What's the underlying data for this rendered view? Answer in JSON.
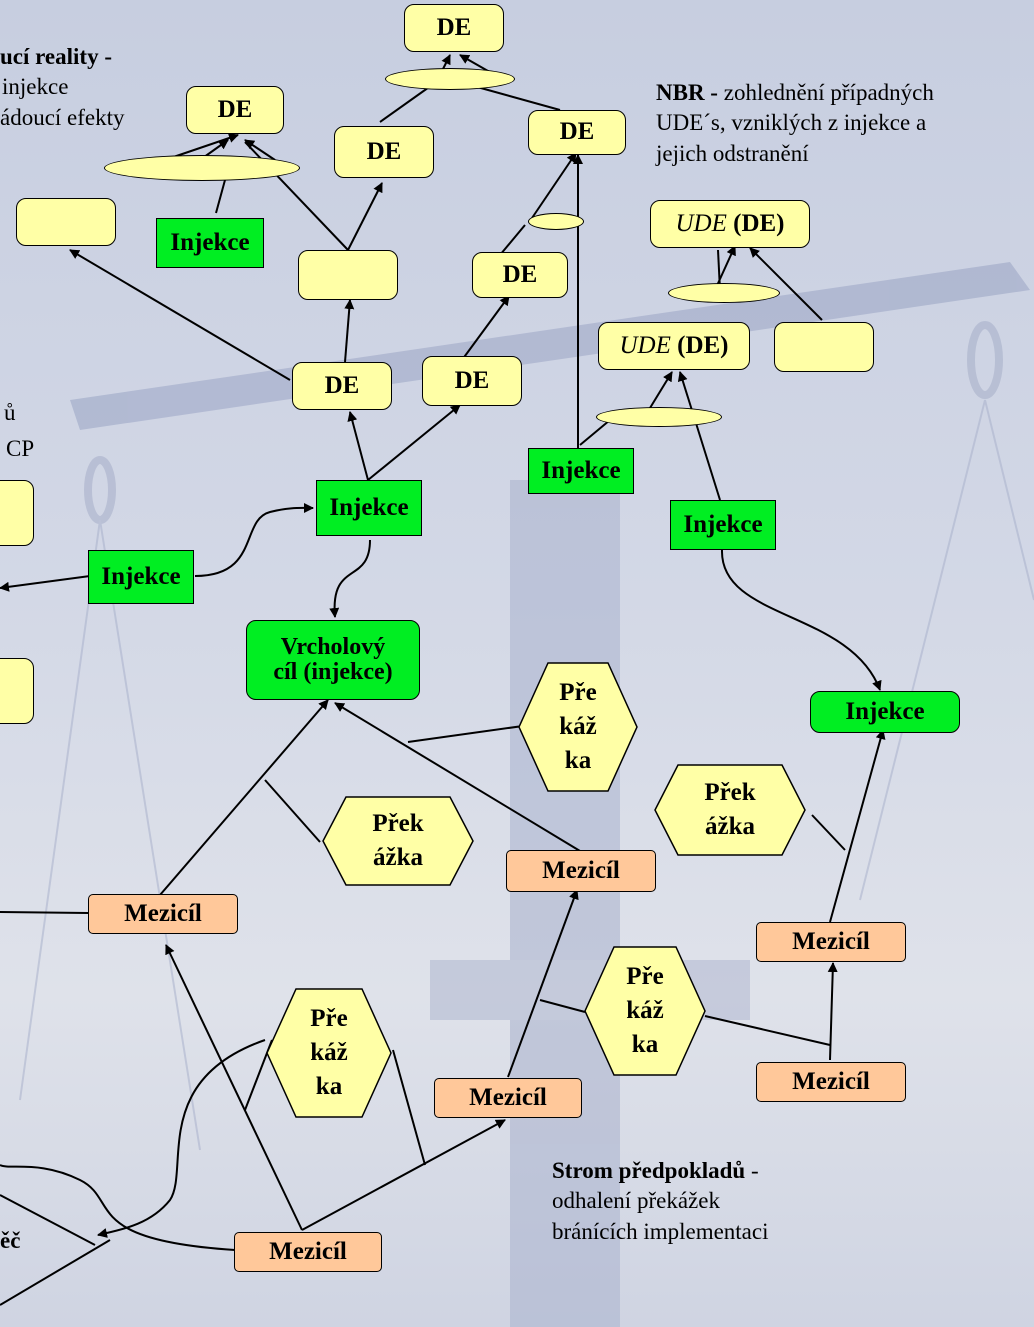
{
  "nodes": {
    "de_top": "DE",
    "de_left": "DE",
    "de_mid": "DE",
    "de_right": "DE",
    "de_right_low": "DE",
    "de_center": "DE",
    "de_center_right": "DE",
    "inj_left_small": "Injekce",
    "inj_center": "Injekce",
    "inj_left": "Injekce",
    "inj_right": "Injekce",
    "inj_nbr": "Injekce",
    "inj_far_right": "Injekce",
    "goal_line1": "Vrcholový",
    "goal_line2": "cíl (injekce)",
    "ude_top_pre": "UDE",
    "ude_top_post": "(DE)",
    "ude_low_pre": "UDE",
    "ude_low_post": "(DE)",
    "mezicil_1": "Mezicíl",
    "mezicil_2": "Mezicíl",
    "mezicil_3": "Mezicíl",
    "mezicil_4": "Mezicíl",
    "mezicil_5": "Mezicíl",
    "mezicil_6": "Mezicíl"
  },
  "obstacles": {
    "top_right": [
      "Pře",
      "káž",
      "ka"
    ],
    "center": [
      "Přek",
      "ážka"
    ],
    "right": [
      "Přek",
      "ážka"
    ],
    "bottom_mid": [
      "Pře",
      "káž",
      "ka"
    ],
    "bottom_left": [
      "Pře",
      "káž",
      "ka"
    ]
  },
  "notes": {
    "frt_title": "ucí reality -",
    "frt_line1": "injekce",
    "frt_line2": "ádoucí efekty",
    "nbr_bold": "NBR -",
    "nbr_line1": "zohlednění případných",
    "nbr_line2": "UDE´s, vzniklých z injekce a",
    "nbr_line3": "jejich odstranění",
    "left_frag1": "ů",
    "left_frag2": "CP",
    "left_frag3": "ěč",
    "pt_bold": "Strom předpokladů",
    "pt_dash": "-",
    "pt_line1": "odhalení překážek",
    "pt_line2": "bránících implementaci"
  },
  "colors": {
    "yellow": "#ffffa6",
    "green": "#00ee22",
    "orange": "#ffc89a"
  }
}
